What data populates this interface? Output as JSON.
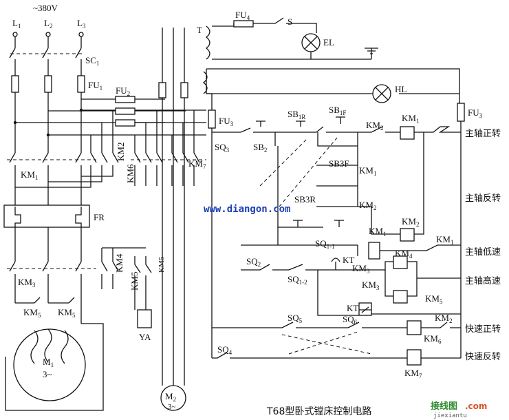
{
  "diagram": {
    "title": "T68型卧式镗床控制电路",
    "supply": "~380V",
    "watermark_url": "www.diangon.com",
    "watermark_brand": "接线图",
    "watermark_com": ".com",
    "watermark_domain": "jiexiantu"
  },
  "row_labels": [
    "主轴正转",
    "主轴反转",
    "主轴低速",
    "主轴高速",
    "快速正转",
    "快速反转"
  ]
}
